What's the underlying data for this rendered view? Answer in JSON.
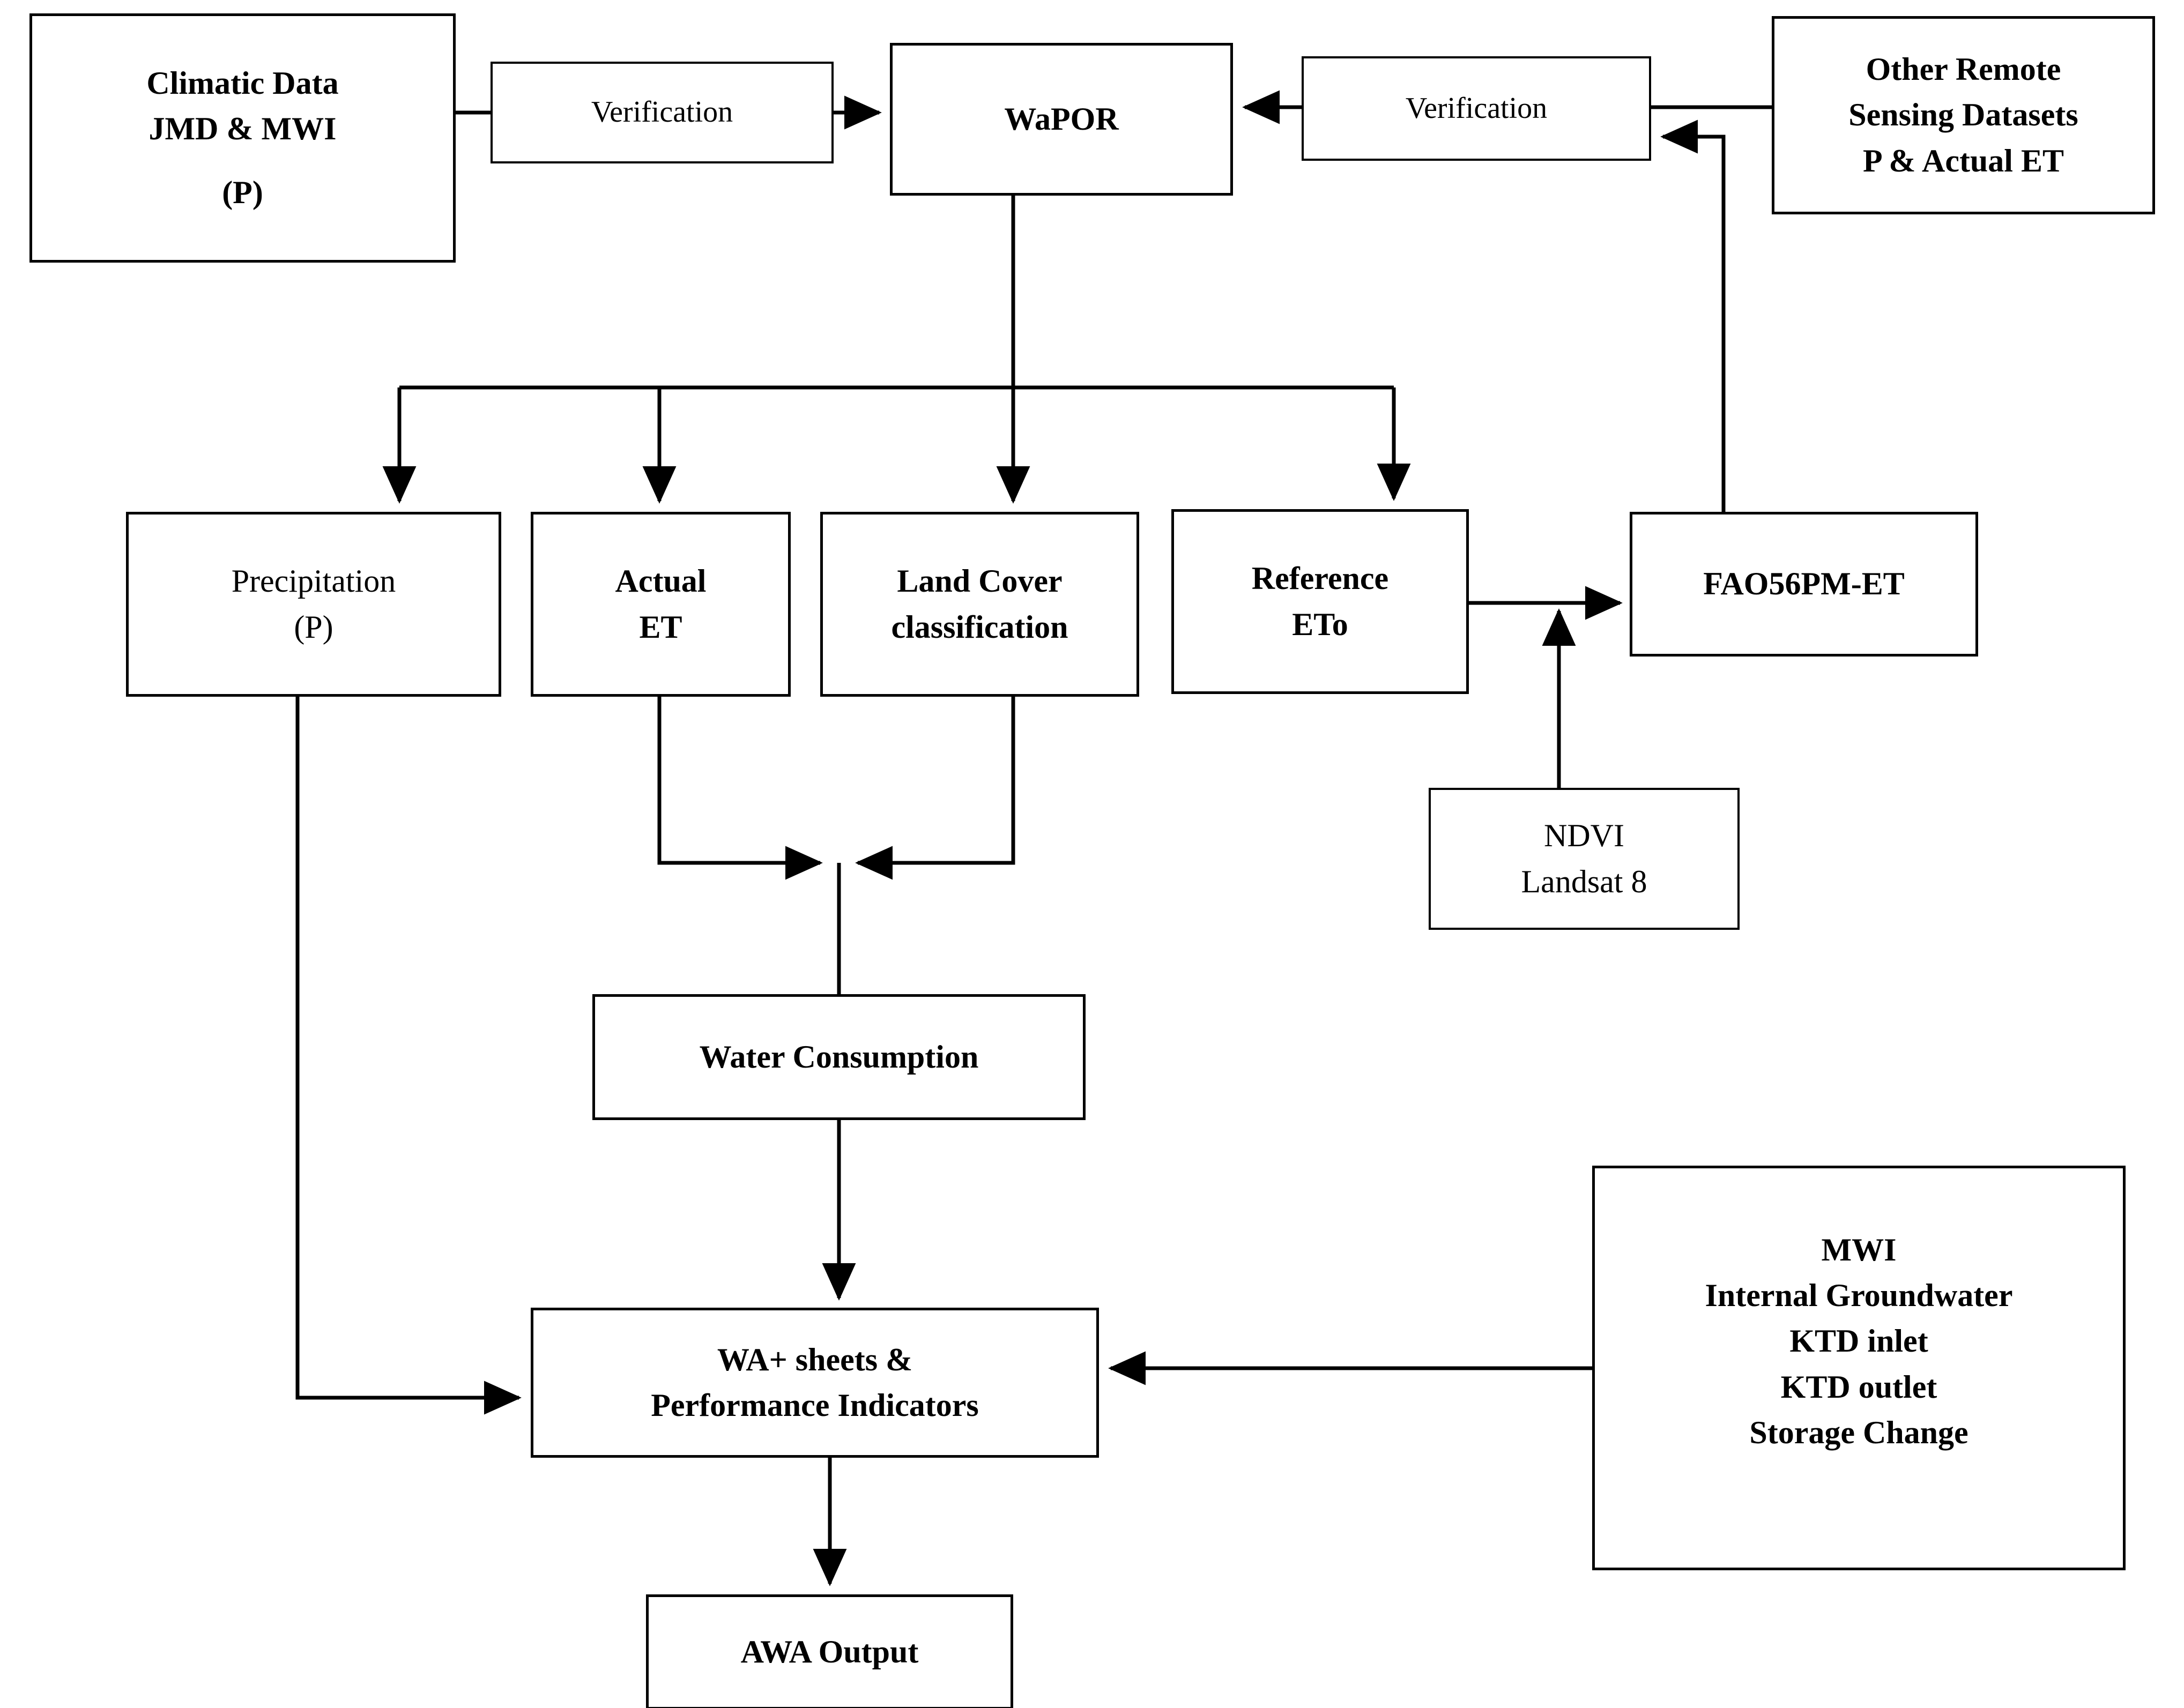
{
  "diagram": {
    "title": "WaPOR Water Accounting Plus (WA+) methodology flowchart",
    "type": "flowchart",
    "colors": {
      "stroke": "#000000",
      "fill": "#ffffff",
      "text": "#000000"
    }
  },
  "nodes": {
    "climatic_data": {
      "id": "climatic-data",
      "lines": [
        "Climatic Data",
        "JMD & MWI",
        "",
        "(P)"
      ]
    },
    "verification_left": {
      "id": "verification-left",
      "lines": [
        "Verification"
      ]
    },
    "wapor": {
      "id": "wapor",
      "lines": [
        "WaPOR"
      ]
    },
    "verification_right": {
      "id": "verification-right",
      "lines": [
        "Verification"
      ]
    },
    "other_remote_sensing": {
      "id": "other-remote-sensing-datasets",
      "lines": [
        "Other Remote",
        "Sensing Datasets",
        "P & Actual ET"
      ]
    },
    "precipitation": {
      "id": "precipitation",
      "lines": [
        "Precipitation",
        "(P)"
      ]
    },
    "actual_et": {
      "id": "actual-et",
      "lines": [
        "Actual",
        "ET"
      ]
    },
    "land_cover": {
      "id": "land-cover-classification",
      "lines": [
        "Land Cover",
        "classification"
      ]
    },
    "reference_eto": {
      "id": "reference-eto",
      "lines": [
        "Reference",
        "ETo"
      ]
    },
    "fao56pm_et": {
      "id": "fao56pm-et",
      "lines": [
        "FAO56PM-ET"
      ]
    },
    "ndvi": {
      "id": "ndvi-landsat-8",
      "lines": [
        "NDVI",
        "Landsat 8"
      ]
    },
    "water_consumption": {
      "id": "water-consumption",
      "lines": [
        "Water Consumption"
      ]
    },
    "mwi": {
      "id": "mwi-inputs",
      "lines": [
        "MWI",
        "Internal Groundwater",
        "KTD inlet",
        "KTD outlet",
        "Storage Change"
      ]
    },
    "wa_plus": {
      "id": "wa-plus-sheets-performance-indicators",
      "lines": [
        "WA+   sheets &",
        "Performance Indicators"
      ]
    },
    "awa_output": {
      "id": "awa-output",
      "lines": [
        "AWA Output"
      ]
    }
  },
  "edges": [
    {
      "from": "climatic_data",
      "to": "verification_left",
      "arrow": false
    },
    {
      "from": "verification_left",
      "to": "wapor",
      "arrow": true
    },
    {
      "from": "other_remote_sensing",
      "to": "verification_right",
      "arrow": false
    },
    {
      "from": "verification_right",
      "to": "wapor",
      "arrow": true
    },
    {
      "from": "fao56pm_et",
      "to": "verification_right",
      "arrow": true
    },
    {
      "from": "wapor",
      "to": "precipitation",
      "arrow": true
    },
    {
      "from": "wapor",
      "to": "actual_et",
      "arrow": true
    },
    {
      "from": "wapor",
      "to": "land_cover",
      "arrow": true
    },
    {
      "from": "wapor",
      "to": "reference_eto",
      "arrow": true
    },
    {
      "from": "reference_eto",
      "to": "fao56pm_et",
      "arrow": true
    },
    {
      "from": "ndvi",
      "to": "fao56pm_et",
      "arrow": true
    },
    {
      "from": "actual_et",
      "to": "water_consumption",
      "arrow": true
    },
    {
      "from": "land_cover",
      "to": "water_consumption",
      "arrow": true
    },
    {
      "from": "water_consumption",
      "to": "wa_plus",
      "arrow": true
    },
    {
      "from": "precipitation",
      "to": "wa_plus",
      "arrow": true
    },
    {
      "from": "mwi",
      "to": "wa_plus",
      "arrow": true
    },
    {
      "from": "wa_plus",
      "to": "awa_output",
      "arrow": true
    }
  ]
}
